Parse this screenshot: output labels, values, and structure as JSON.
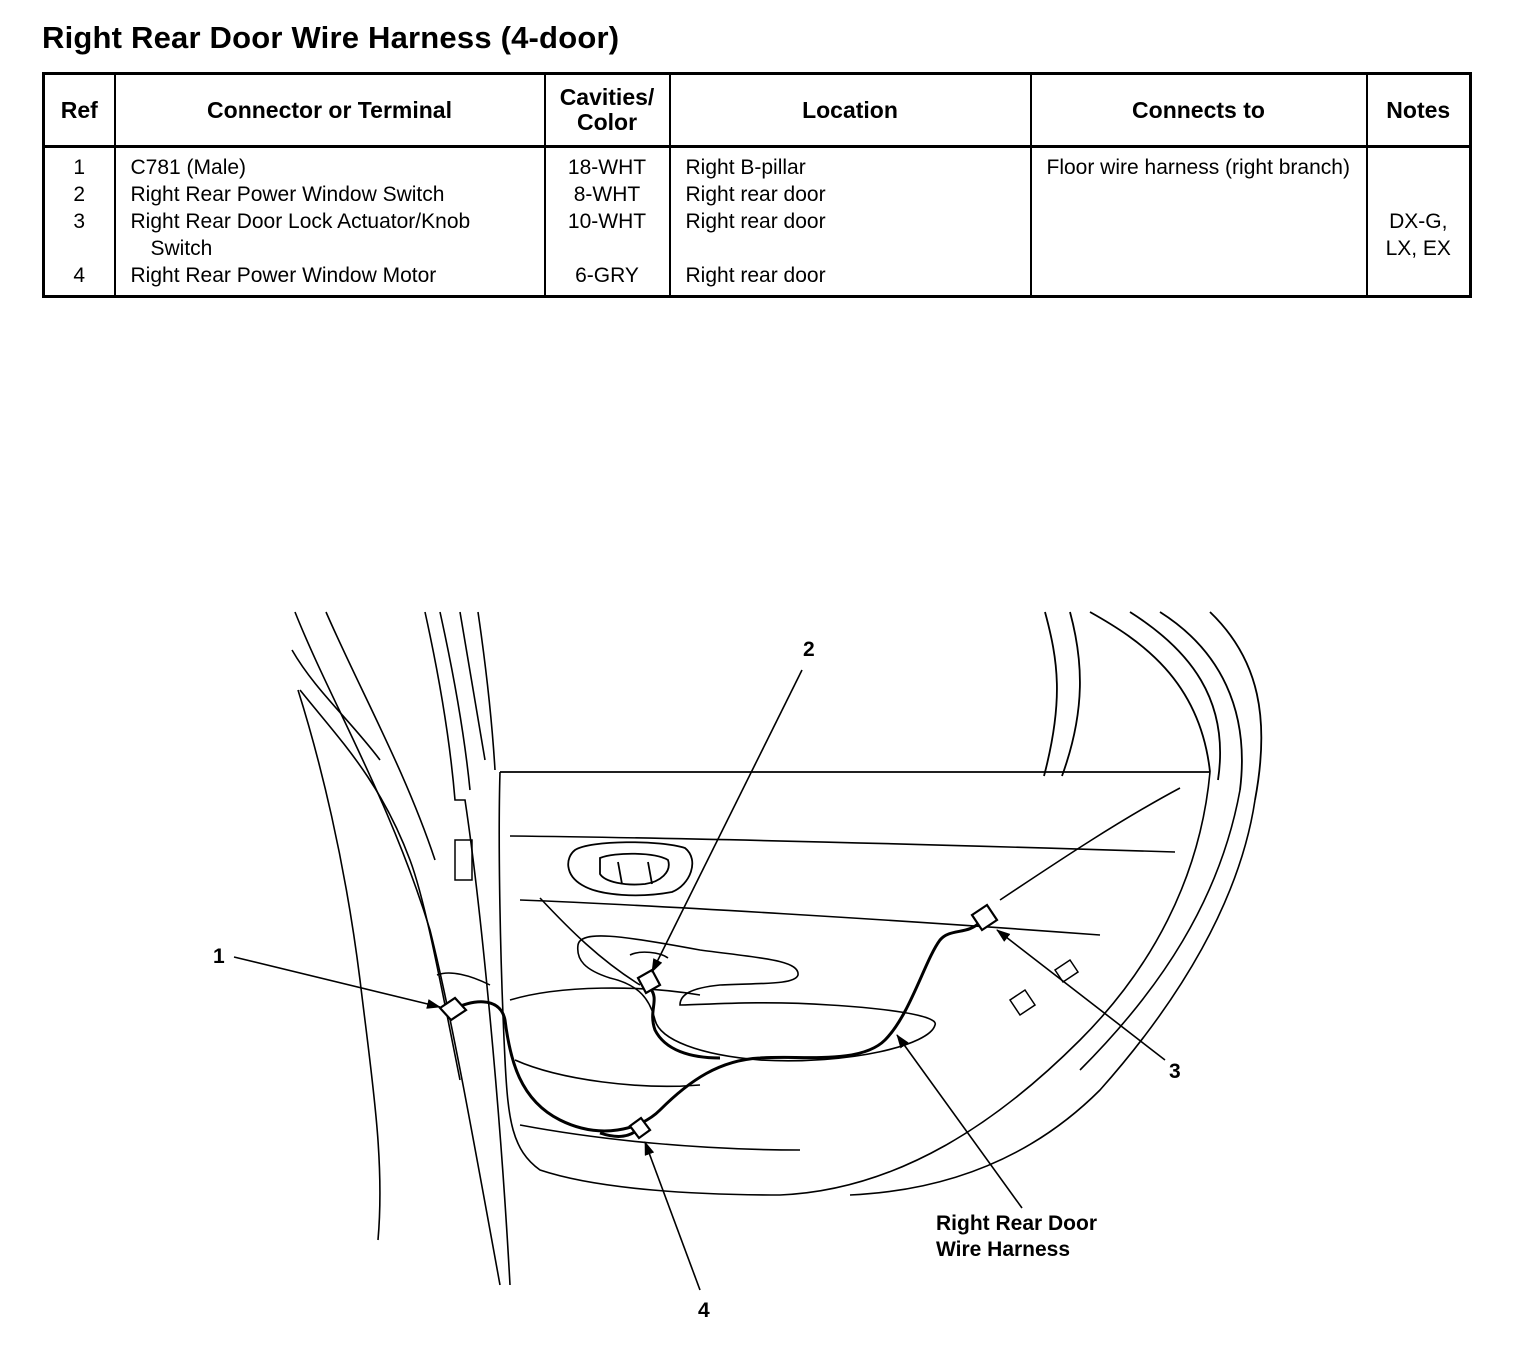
{
  "title": "Right Rear Door Wire Harness (4-door)",
  "table": {
    "headers": {
      "ref": "Ref",
      "connector": "Connector or Terminal",
      "cavities": "Cavities/ Color",
      "location": "Location",
      "connects_to": "Connects to",
      "notes": "Notes"
    },
    "rows": [
      {
        "ref": "1",
        "connector": "C781 (Male)",
        "cavities": "18-WHT",
        "location": "Right B-pillar",
        "connects_to": "Floor wire harness (right branch)",
        "notes": ""
      },
      {
        "ref": "2",
        "connector": "Right Rear Power Window Switch",
        "cavities": "8-WHT",
        "location": "Right rear door",
        "connects_to": "",
        "notes": ""
      },
      {
        "ref": "3",
        "connector": "Right Rear Door Lock Actuator/Knob Switch",
        "cavities": "10-WHT",
        "location": "Right rear door",
        "connects_to": "",
        "notes": "DX-G, LX, EX"
      },
      {
        "ref": "4",
        "connector": "Right Rear Power Window Motor",
        "cavities": "6-GRY",
        "location": "Right rear door",
        "connects_to": "",
        "notes": ""
      }
    ]
  },
  "diagram": {
    "callouts": [
      "1",
      "2",
      "3",
      "4"
    ],
    "harness_label_line1": "Right Rear Door",
    "harness_label_line2": "Wire Harness"
  }
}
